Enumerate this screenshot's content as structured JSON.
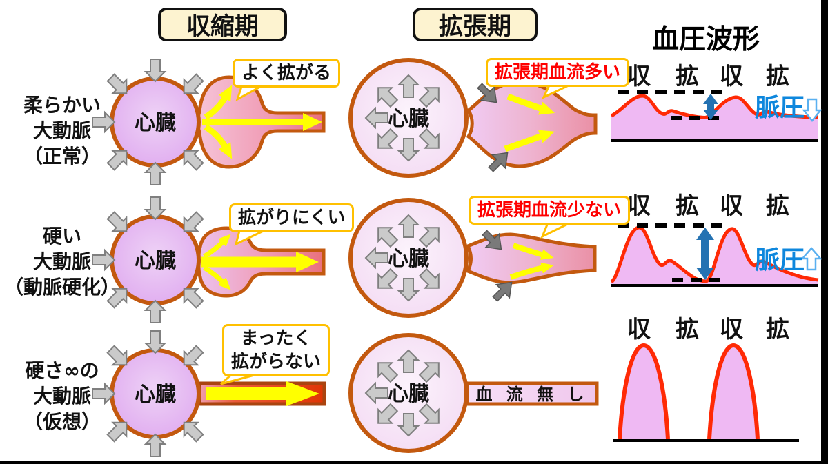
{
  "title": {
    "waveform_panel": "血圧波形"
  },
  "headers": {
    "systole": "収縮期",
    "diastole": "拡張期"
  },
  "heart_label": "心臓",
  "wave_labels": [
    "収",
    "拡",
    "収",
    "拡"
  ],
  "rows": [
    {
      "side_label_lines": [
        "柔らかい",
        "大動脈",
        "（正常）"
      ],
      "systole_bubble": "よく拡がる",
      "diastole_bubble": "拡張期血流多い",
      "pulse_pressure_label": "脈圧",
      "pulse_pressure_trend": "down"
    },
    {
      "side_label_lines": [
        "硬い",
        "大動脈",
        "（動脈硬化）"
      ],
      "systole_bubble": "拡がりにくい",
      "diastole_bubble": "拡張期血流少ない",
      "pulse_pressure_label": "脈圧",
      "pulse_pressure_trend": "up"
    },
    {
      "side_label_lines": [
        "硬さ∞の",
        "大動脈",
        "（仮想）"
      ],
      "systole_bubble_lines": [
        "まったく",
        "拡がらない"
      ],
      "tube_label": "血 流 無 し"
    }
  ],
  "colors": {
    "heart_wall": "#c3590f",
    "heart_fill_systole": "#dfa9ef",
    "heart_fill_diastole": "#f3daf3",
    "bubble_border": "#ffc000",
    "bubble_alert_text": "#ff0000",
    "header_fill": "#fdf3d0",
    "wave_line": "#ff2a06",
    "wave_fill": "#efb9f3",
    "pulse_arrow_blue": "#2472b2",
    "pulse_text_blue": "#0e87dd",
    "flow_arrow_yellow": "#ffff00",
    "pressure_arrow_gray": "#cacaca",
    "squeeze_arrow_dark": "#7a7a7a",
    "edge_bar": "#000000"
  }
}
